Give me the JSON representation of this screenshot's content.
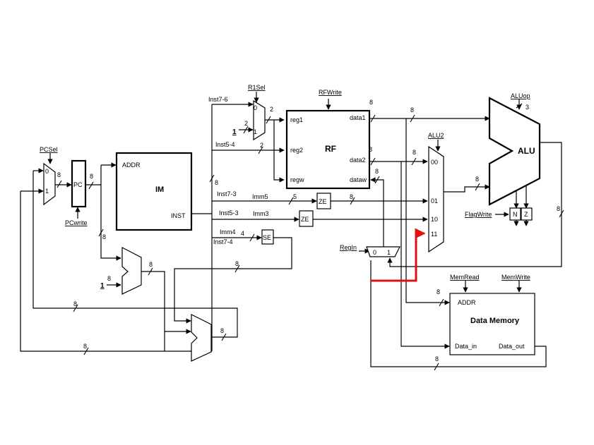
{
  "blocks": {
    "im": {
      "name": "IM",
      "addr": "ADDR",
      "inst": "INST"
    },
    "rf": {
      "name": "RF",
      "reg1": "reg1",
      "reg2": "reg2",
      "regw": "regw",
      "data1": "data1",
      "data2": "data2",
      "dataw": "dataw"
    },
    "pc": {
      "name": "PC"
    },
    "alu": {
      "name": "ALU"
    },
    "dmem": {
      "name": "Data Memory",
      "addr": "ADDR",
      "data_in": "Data_in",
      "data_out": "Data_out"
    },
    "ze1": {
      "name": "ZE"
    },
    "ze2": {
      "name": "ZE"
    },
    "se": {
      "name": "SE"
    },
    "flags": {
      "n": "N",
      "z": "Z"
    }
  },
  "control": {
    "pcsel": "PCSel",
    "pcwrite": "PCwrite",
    "r1sel": "R1Sel",
    "rfwrite": "RFWrite",
    "alu2": "ALU2",
    "aluop": "ALUop",
    "flagwrite": "FlagWrite",
    "regin": "RegIn",
    "memread": "MemRead",
    "memwrite": "MemWrite"
  },
  "fields": {
    "inst76": "Inst7-6",
    "inst54": "Inst5-4",
    "inst73": "Inst7-3",
    "inst53": "Inst5-3",
    "inst74": "Inst7-4",
    "imm5": "Imm5",
    "imm3": "Imm3",
    "imm4": "Imm4"
  },
  "mux_inputs": {
    "zero": "0",
    "one": "1",
    "const_one": "1",
    "alu2_00": "00",
    "alu2_01": "01",
    "alu2_10": "10",
    "alu2_11": "11"
  },
  "bus_widths": {
    "eight": "8",
    "two": "2",
    "five": "5",
    "four": "4",
    "three": "3"
  },
  "colors": {
    "highlight_wire": "#dd1111",
    "line": "#000000"
  }
}
